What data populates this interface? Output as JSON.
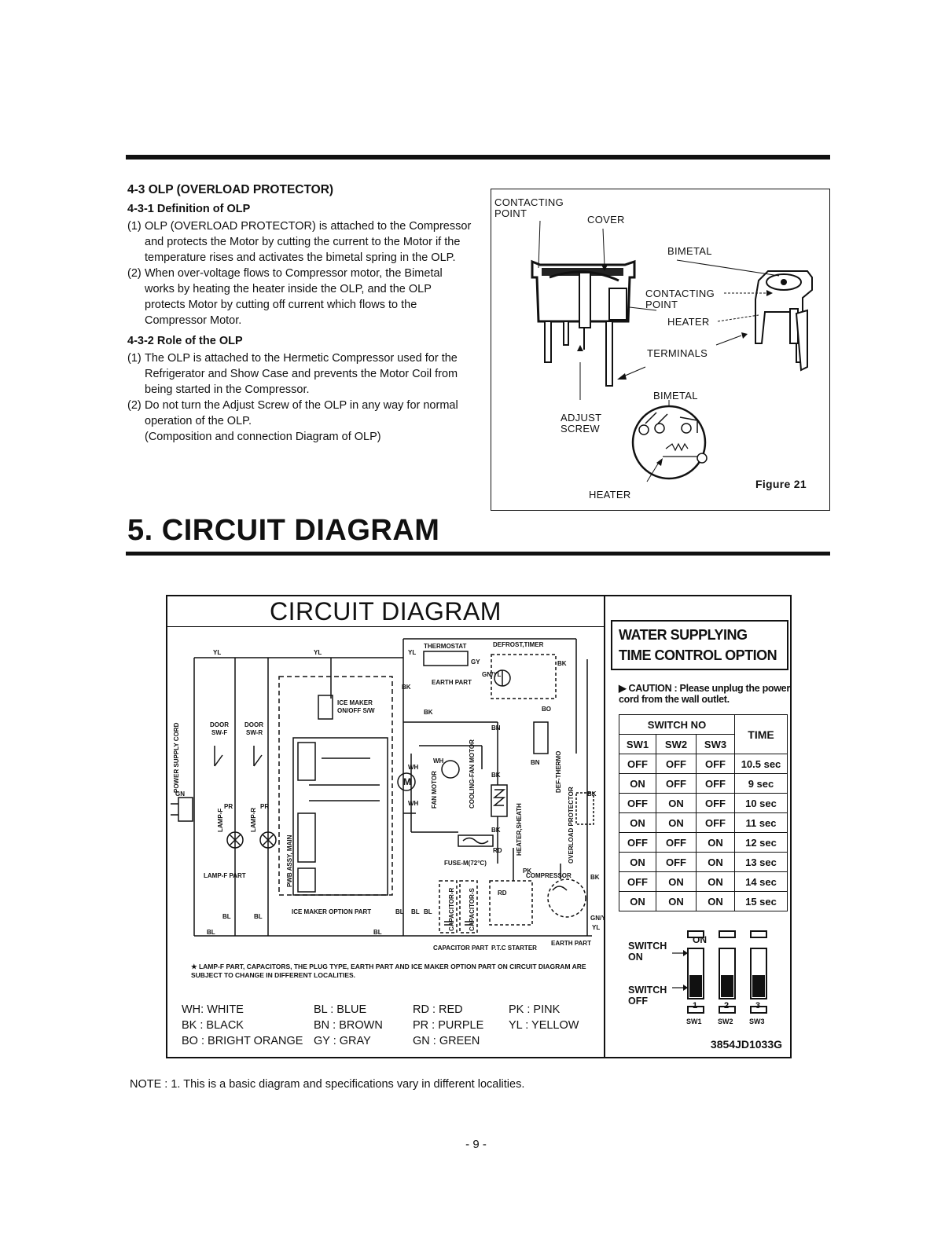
{
  "olp": {
    "title": "4-3 OLP (OVERLOAD PROTECTOR)",
    "def_heading": "4-3-1 Definition of OLP",
    "def_item1_num": "(1)",
    "def_item1": "OLP (OVERLOAD PROTECTOR) is attached to the Compressor and protects the Motor by cutting the current to the Motor if the temperature rises and activates the bimetal spring in the OLP.",
    "def_item2_num": "(2)",
    "def_item2": "When over-voltage flows to Compressor motor, the Bimetal works by heating the heater inside the OLP, and the OLP protects Motor by cutting off current which flows to the Compressor Motor.",
    "role_heading": "4-3-2 Role of the OLP",
    "role_item1_num": "(1)",
    "role_item1": "The OLP is attached to the Hermetic Compressor used for the Refrigerator and Show Case and prevents the Motor Coil from being started in the Compressor.",
    "role_item2_num": "(2)",
    "role_item2": "Do not turn the Adjust Screw of the OLP in any way for normal operation of the OLP.",
    "role_item2_extra": "(Composition and connection Diagram of OLP)"
  },
  "figure21": {
    "contacting_point_1": "CONTACTING",
    "contacting_point_2": "POINT",
    "cover": "COVER",
    "bimetal_top": "BIMETAL",
    "contacting_right_1": "CONTACTING",
    "contacting_right_2": "POINT",
    "heater_mid": "HEATER",
    "terminals": "TERMINALS",
    "bimetal_bottom": "BIMETAL",
    "adjust_1": "ADJUST",
    "adjust_2": "SCREW",
    "heater_bottom": "HEATER",
    "caption": "Figure 21"
  },
  "section": {
    "title": "5. CIRCUIT DIAGRAM"
  },
  "circuit": {
    "title": "CIRCUIT DIAGRAM",
    "labels": {
      "thermostat": "THERMOSTAT",
      "defrost_timer": "DEFROST,TIMER",
      "earth_part": "EARTH PART",
      "ice_maker_sw_1": "ICE MAKER",
      "ice_maker_sw_2": "ON/OFF S/W",
      "door_swf_1": "DOOR",
      "door_swf_2": "SW-F",
      "door_swr_1": "DOOR",
      "door_swr_2": "SW-R",
      "power_cord": "POWER SUPPLY CORD",
      "pwb_assy": "PWB ASSY, MAIN",
      "fan_motor": "FAN MOTOR",
      "cooling_fan_motor": "COOLING-FAN MOTOR",
      "def_thermo": "DEF-THERMO",
      "heater_sheath": "HEATER,SHEATH",
      "overload_protector": "OVERLOAD PROTECTOR",
      "fuse": "FUSE-M(72°C)",
      "compressor": "COMPRESSOR",
      "capacitor_r": "CAPACITOR-R",
      "capacitor_s": "CAPACITOR-S",
      "capacitor_part": "CAPACITOR PART",
      "ptc_starter": "P.T.C STARTER",
      "earth_part_2": "EARTH PART",
      "lamp_f": "LAMP-F",
      "lamp_r": "LAMP-R",
      "lamp_f_part": "LAMP-F PART",
      "ice_maker_option": "ICE MAKER OPTION PART",
      "yl": "YL",
      "bl": "BL",
      "bk": "BK",
      "wh": "WH",
      "bn": "BN",
      "bo": "BO",
      "pr": "PR",
      "pk": "PK",
      "rd": "RD",
      "gy": "GY",
      "gn": "GN",
      "gnyl": "GN/YL",
      "m": "M"
    },
    "star_note": "★ LAMP-F PART, CAPACITORS, THE PLUG TYPE, EARTH PART AND ICE MAKER OPTION PART ON CIRCUIT DIAGRAM ARE SUBJECT TO CHANGE IN DIFFERENT LOCALITIES.",
    "legend": [
      [
        "WH: WHITE",
        "BL : BLUE",
        "RD : RED",
        "PK : PINK"
      ],
      [
        "BK : BLACK",
        "BN : BROWN",
        "PR : PURPLE",
        "YL : YELLOW"
      ],
      [
        "BO : BRIGHT ORANGE",
        "GY : GRAY",
        "GN : GREEN",
        ""
      ]
    ]
  },
  "water": {
    "title_1": "WATER SUPPLYING",
    "title_2": "TIME CONTROL OPTION",
    "caution": "▶ CAUTION : Please unplug the power cord from the wall outlet.",
    "table_header": "SWITCH NO",
    "time_header": "TIME",
    "col_headers": [
      "SW1",
      "SW2",
      "SW3"
    ],
    "rows": [
      [
        "OFF",
        "OFF",
        "OFF",
        "10.5 sec"
      ],
      [
        "ON",
        "OFF",
        "OFF",
        "9 sec"
      ],
      [
        "OFF",
        "ON",
        "OFF",
        "10 sec"
      ],
      [
        "ON",
        "ON",
        "OFF",
        "11 sec"
      ],
      [
        "OFF",
        "OFF",
        "ON",
        "12 sec"
      ],
      [
        "ON",
        "OFF",
        "ON",
        "13 sec"
      ],
      [
        "OFF",
        "ON",
        "ON",
        "14 sec"
      ],
      [
        "ON",
        "ON",
        "ON",
        "15 sec"
      ]
    ],
    "switch_on": "SWITCH ON",
    "switch_off": "SWITCH OFF",
    "on_label": "ON",
    "sw_numbers": [
      "1",
      "2",
      "3"
    ],
    "sw_names": [
      "SW1",
      "SW2",
      "SW3"
    ],
    "part_code": "3854JD1033G"
  },
  "note": "NOTE : 1. This is a basic diagram and specifications vary in different localities.",
  "page_number": "- 9 -"
}
